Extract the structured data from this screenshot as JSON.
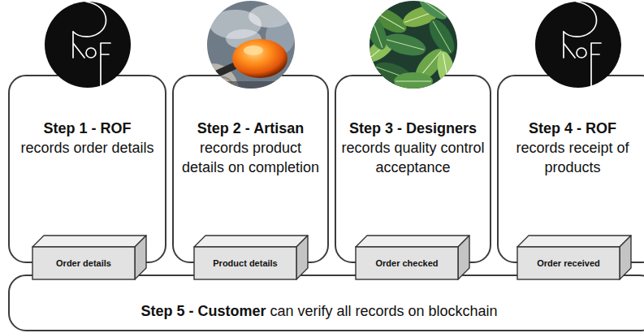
{
  "diagram": {
    "nodes": [
      {
        "text": [
          "Step 1 - ROF",
          "records order details"
        ]
      },
      {
        "text": [
          "Order details"
        ]
      },
      {
        "text": [
          "Step 2 - Artisan",
          "records product details on completion"
        ]
      },
      {
        "text": [
          "Product details"
        ]
      },
      {
        "text": [
          "Step 3 - Designers",
          "records quality control acceptance"
        ]
      },
      {
        "text": [
          "Order checked"
        ]
      },
      {
        "text": [
          "Step 4 - ROF",
          "records receipt of products"
        ]
      },
      {
        "text": [
          "Order received"
        ]
      },
      {
        "text": [
          "Step 5 - Customer",
          "can verify all records on blockchain"
        ]
      }
    ]
  }
}
